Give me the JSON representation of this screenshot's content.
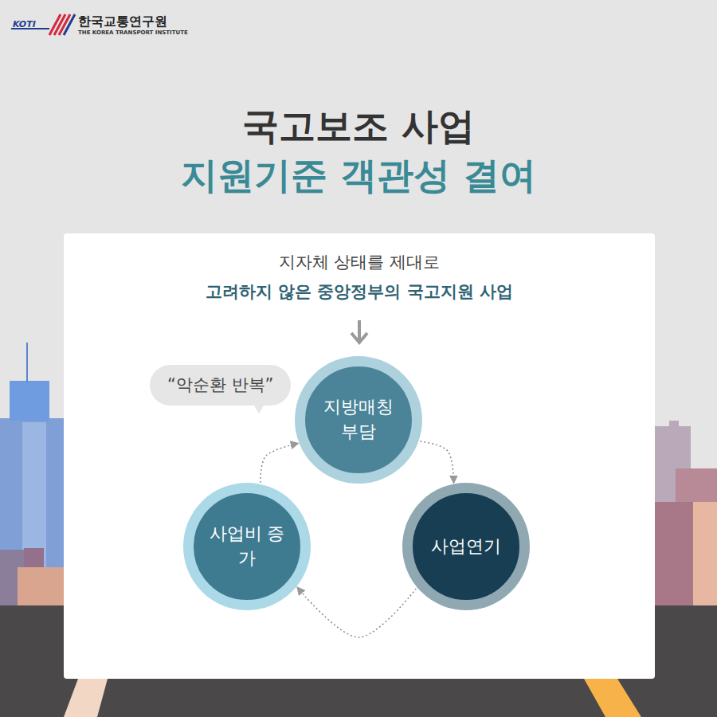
{
  "diagram": {
    "title": "국고보조 사업",
    "nodes": [
      {
        "text": [
          "지자체 상태를 제대로",
          "고려하지 않은 중앙정부의 국고지원 사업"
        ]
      },
      {
        "text": [
          "“악순환 반복”"
        ],
        "in": 0
      },
      {
        "text": [
          "지방매칭 부담"
        ],
        "in": 0
      },
      {
        "text": [
          "사업연기"
        ],
        "in": 0
      },
      {
        "text": [
          "사업비 증가"
        ],
        "in": 0
      }
    ],
    "edges": [
      {
        "from": 2,
        "to": 3,
        "arrow": "to"
      },
      {
        "from": 3,
        "to": 4,
        "arrow": "to"
      },
      {
        "from": 4,
        "to": 2,
        "arrow": "to"
      }
    ],
    "labels": [
      "KOTI",
      "한국교통연구원",
      "THE KOREA TRANSPORT INSTITUTE",
      "지원기준 객관성 결여"
    ]
  }
}
